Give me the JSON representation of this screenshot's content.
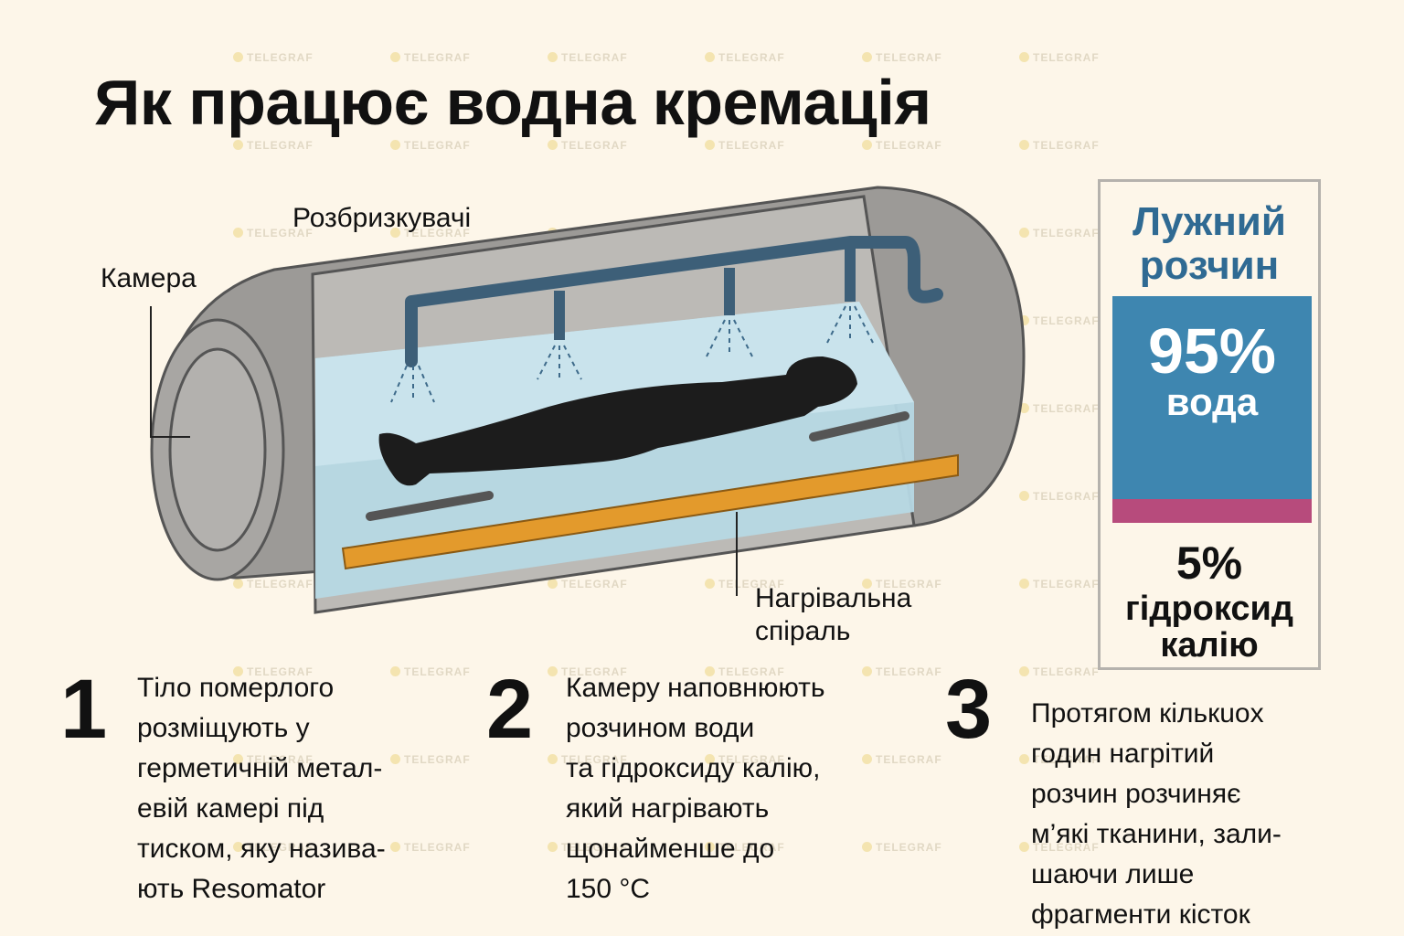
{
  "title": "Як працює водна кремація",
  "watermark": "TELEGRAF",
  "labels": {
    "chamber": "Камера",
    "sprinklers": "Розбризкувачі",
    "heating_coil_line1": "Нагрівальна",
    "heating_coil_line2": "спіраль"
  },
  "solution_box": {
    "title": "Лужний розчин",
    "water_percent": "95%",
    "water_label": "вода",
    "koh_percent": "5%",
    "koh_label": "гідроксид калію",
    "water_color": "#3e86b0",
    "koh_color": "#b74b7c",
    "water_fraction": 0.95
  },
  "steps": [
    {
      "number": "1",
      "text": "Тіло померлого\nрозміщують у\nгерметичній метал-\nевій камері під\nтиском, яку назива-\nють Resomator"
    },
    {
      "number": "2",
      "text": "Камеру наповнюють\nрозчином води\nта гідроксиду калію,\nякий нагрівають\nщонайменше до\n150 °C"
    },
    {
      "number": "3",
      "text": "Протягом кількuox\nгодин нагрітий\nрозчин розчиняє\nм’які тканини, зали-\nшаючи лише\nфрагменти кісток"
    }
  ]
}
